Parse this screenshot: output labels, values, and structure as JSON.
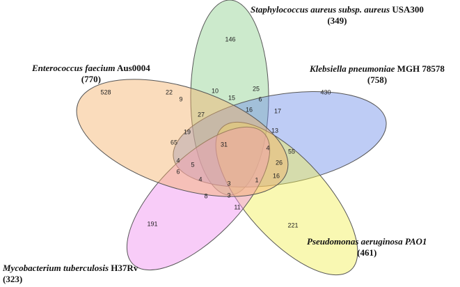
{
  "sets": [
    {
      "id": "staph",
      "name_italic": "Staphylococcus aureus subsp. aureus",
      "name_plain": " USA300",
      "count": "(349)",
      "color": "#8fd18f"
    },
    {
      "id": "kleb",
      "name_italic": "Klebsiella pneumoniae",
      "name_plain": " MGH 78578",
      "count": "(758)",
      "color": "#6f8fe8"
    },
    {
      "id": "pseudo",
      "name_italic": "Pseudomonas aeruginosa PAO1",
      "name_plain": "",
      "count": "(461)",
      "color": "#f2ef55"
    },
    {
      "id": "myco",
      "name_italic": "Mycobacterium tuberculosis",
      "name_plain": " H37Rv",
      "count": "(323)",
      "color": "#ef8ff0"
    },
    {
      "id": "entero",
      "name_italic": "Enterococcus faecium",
      "name_plain": " Aus0004",
      "count": "(770)",
      "color": "#f5b26b"
    }
  ],
  "regions": [
    "146",
    "430",
    "221",
    "191",
    "528",
    "22",
    "9",
    "10",
    "25",
    "15",
    "6",
    "17",
    "16",
    "27",
    "13",
    "55",
    "19",
    "31",
    "4",
    "65",
    "26",
    "4",
    "16",
    "5",
    "6",
    "4",
    "3",
    "1",
    "8",
    "3",
    "11"
  ]
}
